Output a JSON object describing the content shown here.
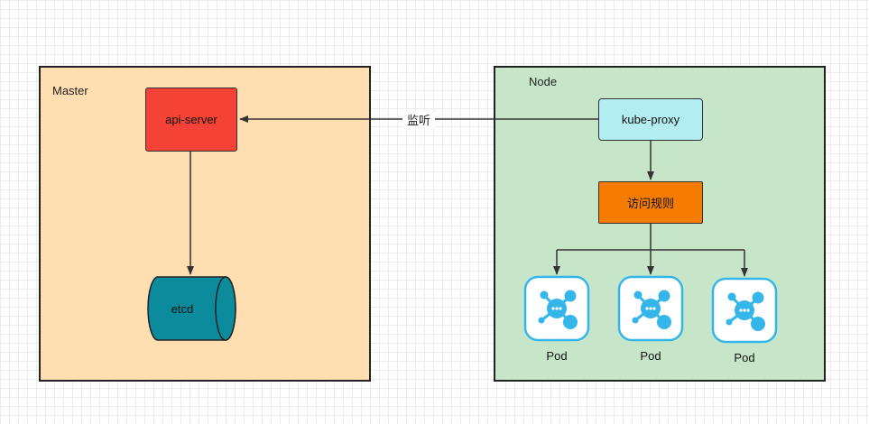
{
  "master": {
    "label": "Master",
    "api_server": "api-server",
    "etcd": "etcd"
  },
  "node": {
    "label": "Node",
    "kube_proxy": "kube-proxy",
    "rules": "访问规则",
    "pods": [
      {
        "label": "Pod"
      },
      {
        "label": "Pod"
      },
      {
        "label": "Pod"
      }
    ]
  },
  "edges": {
    "watch_label": "监听"
  },
  "colors": {
    "master_bg": "#ffdfb1",
    "node_bg": "#c7e6c9",
    "api_server": "#f44336",
    "etcd": "#0b8b9b",
    "kube_proxy": "#b3ecf1",
    "rules": "#f57c00",
    "pod_icon": "#35b6ea"
  }
}
